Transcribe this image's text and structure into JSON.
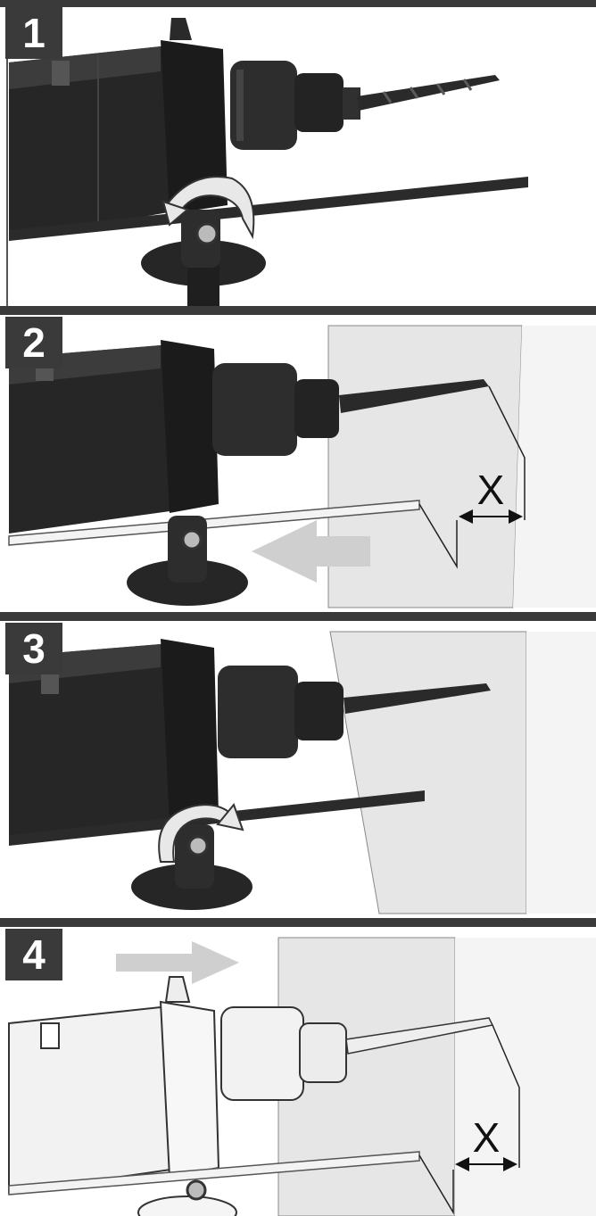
{
  "steps": [
    {
      "number": "1"
    },
    {
      "number": "2",
      "measure_label": "X"
    },
    {
      "number": "3"
    },
    {
      "number": "4",
      "measure_label": "X"
    }
  ],
  "colors": {
    "header_bar": "#3a3a3a",
    "drill_dark": "#1f1f1f",
    "drill_light": "#f2f2f2",
    "wall": "#e4e4e4",
    "arrow": "#cfcfcf"
  },
  "icons": [
    "drill-icon",
    "depth-rod-icon",
    "wall-icon",
    "rotate-arrow-icon",
    "direction-arrow-icon",
    "dimension-arrow-icon"
  ]
}
